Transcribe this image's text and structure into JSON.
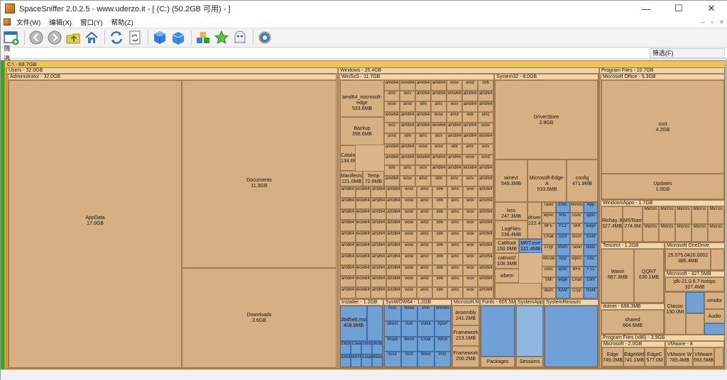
{
  "window": {
    "title": "SpaceSniffer 2.0.2.5 - www.uderzo.it - [ (C:) (50.2GB 可用) - ]",
    "minimize": "—",
    "maximize": "☐",
    "close": "✕"
  },
  "menu": {
    "items": [
      "文件(W)",
      "编辑(X)",
      "窗口(Y)",
      "帮助(Z)"
    ],
    "mdi": [
      "–",
      "▫",
      "×"
    ]
  },
  "toolbar": {
    "icons": [
      "new-scan-icon",
      "back-icon",
      "forward-icon",
      "up-folder-icon",
      "home-icon",
      "refresh-icon",
      "refresh-page-icon",
      "blue-cube-icon",
      "blue-cube-open-icon",
      "cubes-icon",
      "star-icon",
      "ghost-icon",
      "gear-icon"
    ]
  },
  "filter": {
    "label": "筛选",
    "value": "",
    "button": "筛选(F)"
  },
  "colors": {
    "root": "#e6a83b",
    "folder": "#d6b083",
    "file": "#6fa1d6",
    "free": "#17b81f"
  },
  "map": {
    "root": "C:\\ - 69.7GB",
    "users": "Users - 32.0GB",
    "administrator": "Administrator - 32.0GB",
    "appdata": {
      "name": "AppData",
      "size": "17.0GB"
    },
    "documents": {
      "name": "Documents",
      "size": "11.3GB"
    },
    "downloads": {
      "name": "Downloads",
      "size": "3.6GB"
    },
    "windows": "Windows - 25.4GB",
    "winsxs": "WinSxS - 11.7GB",
    "system32": "System32 - 8.0GB",
    "driverstore": {
      "name": "DriverStore",
      "size": "2.8GB"
    },
    "winevt": {
      "name": "winevt",
      "size": "549.3MB"
    },
    "edge_app": {
      "name": "Microsoft-Edge-A",
      "size": "533.6MB"
    },
    "config": {
      "name": "config",
      "size": "471.9MB"
    },
    "lxss": {
      "name": "lxss",
      "size": "247.3MB"
    },
    "drivers": {
      "name": "drivers",
      "size": "222.4M"
    },
    "logfiles": {
      "name": "LogFiles",
      "size": "236.4MB"
    },
    "catroot": {
      "name": "CatRoot",
      "size": "150.0MB"
    },
    "mrt": {
      "name": "MRT.exe",
      "size": "121.4MB"
    },
    "catroot2": {
      "name": "catroot2",
      "size": "108.3MB"
    },
    "wbem": "wbem",
    "amd64_edge": {
      "name": "amd64_microsoft-edge",
      "size": "533.6MB"
    },
    "backup": {
      "name": "Backup",
      "size": "398.6MB"
    },
    "catalogs": {
      "name": "Catalo",
      "size": "134.6M"
    },
    "manifests": {
      "name": "Manifests",
      "size": "121.0MB"
    },
    "temp": {
      "name": "Temp",
      "size": "72.6MB"
    },
    "installer": "Installer - 1.2GB",
    "msi": {
      "name": "2bd5e8.msi",
      "size": "408.8MB"
    },
    "syswow": "SysWOW64 - 1.2GB",
    "msnet": "Microsoft.NE",
    "assembly": {
      "name": "assembly",
      "size": "241.2MB"
    },
    "framework": {
      "name": "Framework",
      "size": "213.1MB"
    },
    "framework2": {
      "name": "Framework",
      "size": "200.2MB"
    },
    "fonts": "Fonts - 605.5M",
    "systemapps": "SystemApps",
    "sysres": "SystemResourc",
    "packages": "Packages",
    "sessions": "Sessions",
    "program_files": "Program Files - 10.7GB",
    "ms_office": "Microsoft Office - 5.3GB",
    "office_root": {
      "name": "root",
      "size": "4.2GB"
    },
    "updates": {
      "name": "Updates",
      "size": "1.0GB"
    },
    "windowsapps": "WindowsApps - 1.7GB",
    "richaya": {
      "name": "Richay..8",
      "size": "327.4MB"
    },
    "msteams": {
      "name": "MSTeam",
      "size": "274.9M"
    },
    "tencent": "Tencent - 1.2GB",
    "waxin": {
      "name": "Waxin",
      "size": "687.3MB"
    },
    "qqnt": {
      "name": "QQNT",
      "size": "630.1MB"
    },
    "onedrive": "Microsoft OneDrive",
    "onedrive_ver": {
      "name": "25.075.0420.0002",
      "size": "386.4MB"
    },
    "ms_327": "Microsoft - 327.5MB",
    "jdk": {
      "name": "jdk-21.0.6.7-hotspc",
      "size": "327.4MB"
    },
    "dotnet": "dotnet - 666.3MB",
    "shared": {
      "name": "shared",
      "size": "664.6MB"
    },
    "classic": {
      "name": "Classic",
      "size": "130.0MI"
    },
    "vendor": "vendor",
    "audio": "Audio",
    "pf86": "Program Files (x86) - 3.9GB",
    "ms_2": "Microsoft - 2.0GB",
    "edge": {
      "name": "Edge",
      "size": "749.2MB"
    },
    "edgeweb": {
      "name": "EdgeWeb",
      "size": "741.1MB"
    },
    "edgecore": {
      "name": "EdgeC",
      "size": "577.0M"
    },
    "vmware": "VMware - 8",
    "vmware_ws": {
      "name": "VMware W",
      "size": "785.4MB"
    },
    "vmware2": {
      "name": "VMware",
      "size": "593.5MB"
    },
    "wx_cells": [
      "amd64",
      "wow64",
      "amd64",
      "amd64",
      "wow",
      "amd",
      "x86",
      "amc",
      "wov",
      "amd64"
    ],
    "sys32_cells": [
      "Taskr",
      "d3dc",
      "Windo",
      "App",
      "wpnc",
      "Intu",
      "usoc",
      "spdc",
      "BFE",
      "F12",
      "SMI",
      "edge",
      "Chak",
      "conf",
      "dism",
      "XAM",
      "Cryp",
      "msht"
    ],
    "inst_cells": [
      "19cb7a5.r",
      "13aa400.",
      "16551",
      "363bb",
      "1e63",
      "6d00c",
      "1a5e3",
      "66a57"
    ],
    "wow_cells": [
      "msh",
      "Wind",
      "Prin",
      "WinMo",
      "direct",
      "d3d",
      "vulka",
      "XpsP",
      "mspb",
      "Wind",
      "Chak",
      "Wind",
      "Sour"
    ]
  }
}
